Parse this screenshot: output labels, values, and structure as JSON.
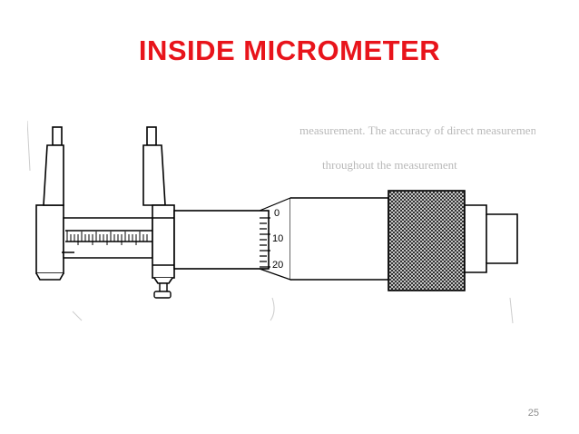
{
  "slide": {
    "title": "INSIDE MICROMETER",
    "title_color": "#e8141b",
    "page_number": "25"
  },
  "figure": {
    "thimble_scale_labels": [
      "0",
      "10",
      "20"
    ],
    "background_scan_text": [
      "measurement. The accuracy of direct measurement is a but mea",
      "throughout the measurement"
    ]
  }
}
